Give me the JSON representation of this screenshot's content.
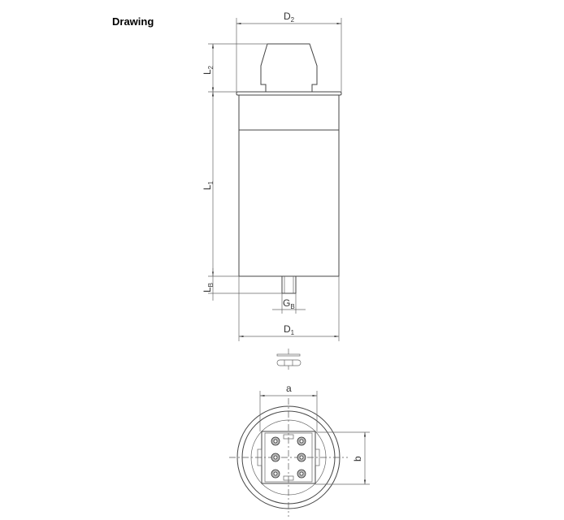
{
  "header": {
    "title": "Drawing"
  },
  "drawing": {
    "labels": {
      "d2": "D",
      "d2_sub": "2",
      "l2": "L",
      "l2_sub": "2",
      "l1": "L",
      "l1_sub": "1",
      "lb": "L",
      "lb_sub": "B",
      "gb": "G",
      "gb_sub": "B",
      "d1": "D",
      "d1_sub": "1",
      "a": "a",
      "b": "b"
    }
  }
}
